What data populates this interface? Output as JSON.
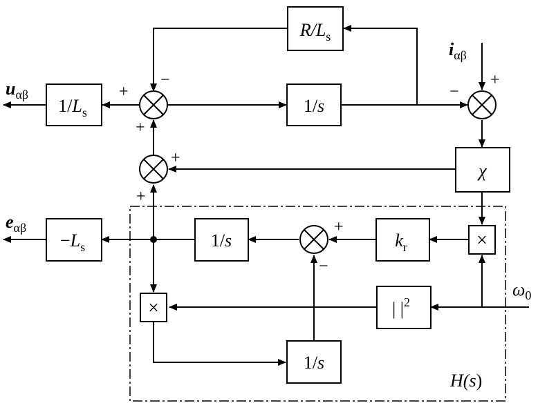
{
  "signals": {
    "u": {
      "main": "u",
      "sub": "αβ"
    },
    "e": {
      "main": "e",
      "sub": "αβ"
    },
    "i": {
      "main": "i",
      "sub": "αβ"
    },
    "omega": {
      "main": "ω",
      "sub": "0"
    }
  },
  "blocks": {
    "r_over_ls": {
      "a": "R/",
      "b": "L",
      "sub": "s"
    },
    "one_over_ls": {
      "a": "1/",
      "b": "L",
      "sub": "s"
    },
    "integrator_top": {
      "a": "1/",
      "b": "s"
    },
    "chi": {
      "a": "χ"
    },
    "minus_ls": {
      "a": "−",
      "b": "L",
      "sub": "s"
    },
    "integrator_mid": {
      "a": "1/",
      "b": "s"
    },
    "kr": {
      "b": "k",
      "sub": "r"
    },
    "square": {
      "a": "| |",
      "sup": "2"
    },
    "integrator_bottom": {
      "a": "1/",
      "b": "s"
    },
    "multiply_symbol": "×"
  },
  "signs": {
    "plus": "+",
    "minus": "−"
  },
  "hs_label": {
    "a": "H(",
    "b": "s",
    "c": ")"
  }
}
